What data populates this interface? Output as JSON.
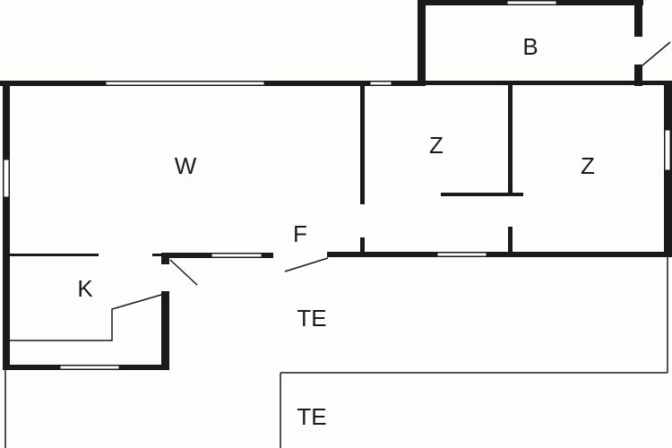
{
  "rooms": {
    "living": "W",
    "bedroom_1": "Z",
    "bedroom_2": "Z",
    "bathroom": "B",
    "hallway": "F",
    "kitchen": "K",
    "terrace_1": "TE",
    "terrace_2": "TE"
  }
}
